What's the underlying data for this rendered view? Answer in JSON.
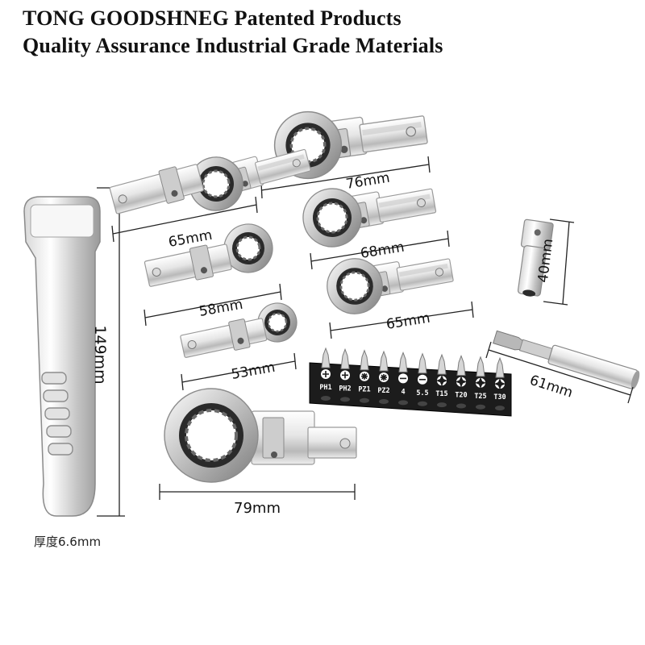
{
  "header": {
    "line1": "TONG GOODSHNEG Patented Products",
    "line2": "Quality Assurance Industrial Grade Materials"
  },
  "dimensions": {
    "handle": "149mm",
    "wrench_76": "76mm",
    "wrench_65a": "65mm",
    "wrench_68": "68mm",
    "wrench_58": "58mm",
    "wrench_65b": "65mm",
    "wrench_53": "53mm",
    "wrench_79": "79mm",
    "adapter": "40mm",
    "extension": "61mm",
    "thickness": "厚度6.6mm"
  },
  "bits": {
    "labels": [
      "PH1",
      "PH2",
      "PZ1",
      "PZ2",
      "4",
      "5.5",
      "T15",
      "T20",
      "T25",
      "T30"
    ],
    "icons": [
      "phillips",
      "phillips",
      "pozi",
      "pozi",
      "slot",
      "slot",
      "torx",
      "torx",
      "torx",
      "torx"
    ]
  },
  "colors": {
    "chrome_light": "#f4f4f4",
    "chrome_mid": "#c9c9c9",
    "chrome_dark": "#8a8a8a",
    "holder": "#1c1c1c"
  }
}
